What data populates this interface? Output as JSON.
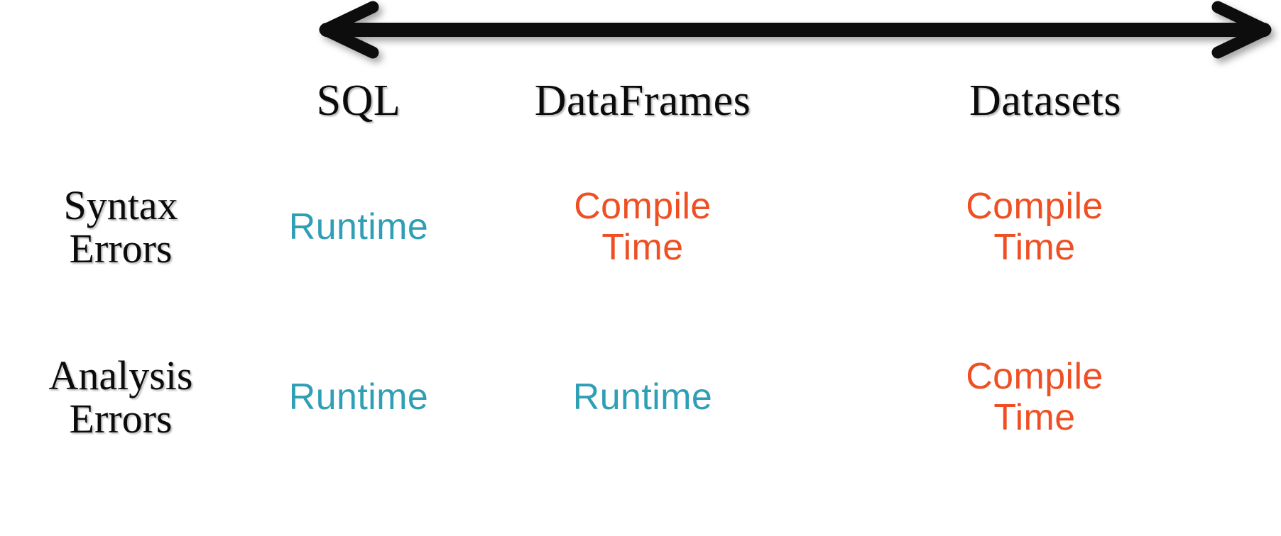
{
  "arrow": {
    "name": "double-headed-arrow",
    "direction": "bidirectional",
    "color": "#0a0a0a"
  },
  "table": {
    "corner_label": "",
    "columns": [
      {
        "id": "sql",
        "label": "SQL"
      },
      {
        "id": "dataframes",
        "label": "DataFrames"
      },
      {
        "id": "datasets",
        "label": "Datasets"
      }
    ],
    "rows": [
      {
        "id": "syntax-errors",
        "label_line1": "Syntax",
        "label_line2": "Errors",
        "cells": [
          {
            "col": "sql",
            "line1": "Runtime",
            "line2": "",
            "kind": "runtime",
            "color": "#2e9fb5"
          },
          {
            "col": "dataframes",
            "line1": "Compile",
            "line2": "Time",
            "kind": "compile",
            "color": "#ef4f22"
          },
          {
            "col": "datasets",
            "line1": "Compile",
            "line2": "Time",
            "kind": "compile",
            "color": "#ef4f22"
          }
        ]
      },
      {
        "id": "analysis-errors",
        "label_line1": "Analysis",
        "label_line2": "Errors",
        "cells": [
          {
            "col": "sql",
            "line1": "Runtime",
            "line2": "",
            "kind": "runtime",
            "color": "#2e9fb5"
          },
          {
            "col": "dataframes",
            "line1": "Runtime",
            "line2": "",
            "kind": "runtime",
            "color": "#2e9fb5"
          },
          {
            "col": "datasets",
            "line1": "Compile",
            "line2": "Time",
            "kind": "compile",
            "color": "#ef4f22"
          }
        ]
      }
    ]
  },
  "colors": {
    "runtime": "#2e9fb5",
    "compile_time": "#ef4f22",
    "text": "#0b0b0b",
    "background": "#ffffff"
  }
}
